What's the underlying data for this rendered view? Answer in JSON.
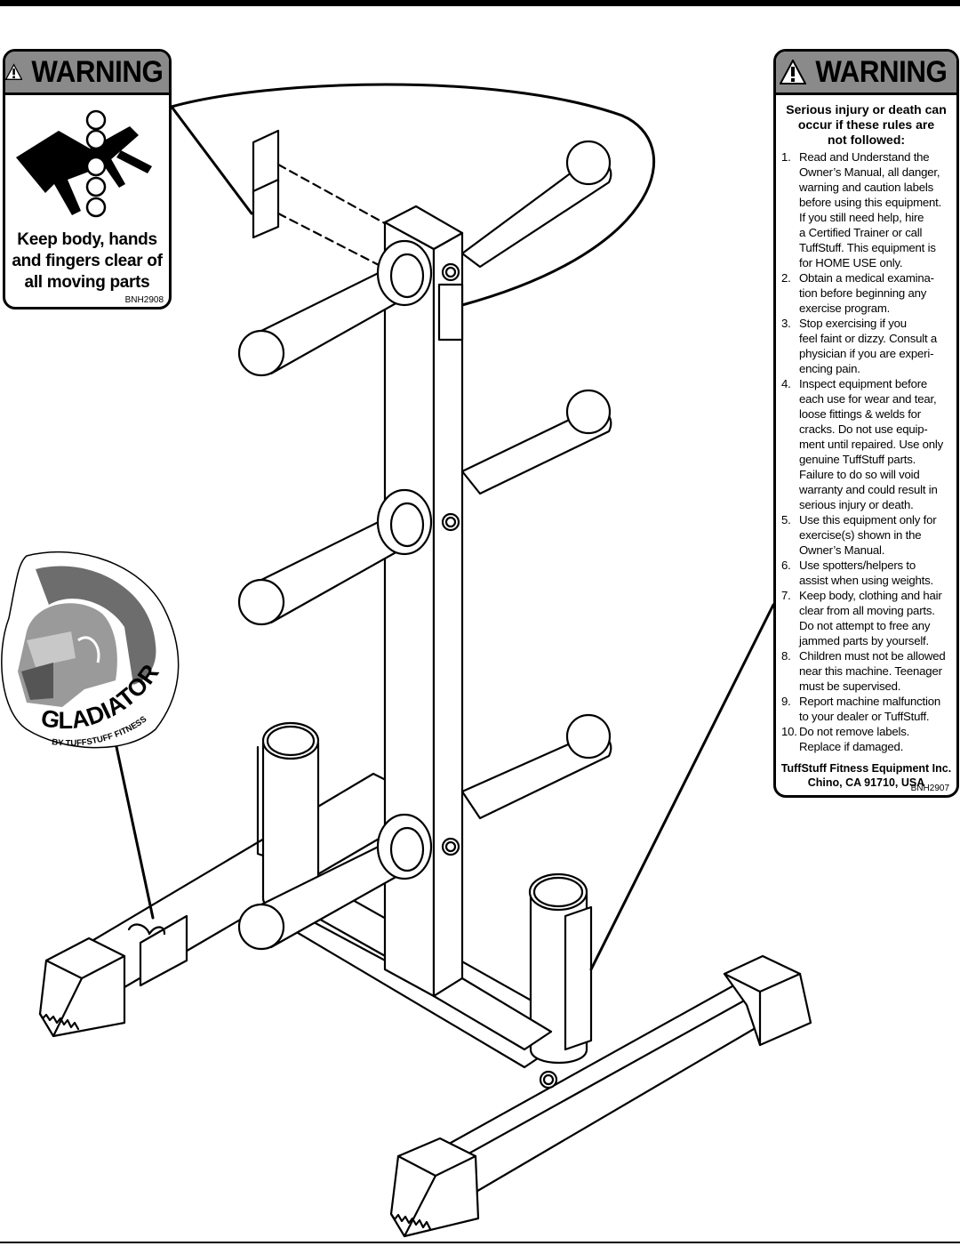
{
  "left_label": {
    "header": "WARNING",
    "message_lines": [
      "Keep body, hands",
      "and fingers clear of",
      "all moving parts"
    ],
    "code": "BNH2908",
    "icon": "pinch-point-hand-icon"
  },
  "right_label": {
    "header": "WARNING",
    "intro_lines": [
      "Serious injury or death can",
      "occur if these rules are",
      "not followed:"
    ],
    "rules": [
      {
        "num": "1.",
        "lines": [
          "Read and Understand the",
          "Owner’s Manual, all danger,",
          "warning and caution labels",
          "before using this equipment.",
          "If you still need help, hire",
          "a Certified Trainer or call",
          "TuffStuff. This equipment is",
          "for HOME USE only."
        ]
      },
      {
        "num": "2.",
        "lines": [
          "Obtain a medical examina-",
          "tion before beginning any",
          "exercise program."
        ]
      },
      {
        "num": "3.",
        "lines": [
          "Stop exercising if you",
          "feel faint or dizzy. Consult a",
          "physician if you are experi-",
          "encing pain."
        ]
      },
      {
        "num": "4.",
        "lines": [
          "Inspect equipment before",
          "each use for wear and tear,",
          "loose fittings & welds for",
          "cracks. Do not use equip-",
          "ment until repaired. Use only",
          "genuine TuffStuff parts.",
          "Failure to do so will void",
          "warranty and could result in",
          "serious injury or death."
        ]
      },
      {
        "num": "5.",
        "lines": [
          "Use this equipment only for",
          "exercise(s) shown in the",
          "Owner’s Manual."
        ]
      },
      {
        "num": "6.",
        "lines": [
          "Use spotters/helpers to",
          "assist when using weights."
        ]
      },
      {
        "num": "7.",
        "lines": [
          "Keep body, clothing and hair",
          "clear from all moving parts.",
          "Do not attempt to free any",
          "jammed parts by yourself."
        ]
      },
      {
        "num": "8.",
        "lines": [
          "Children must not be allowed",
          "near this machine. Teenager",
          "must be supervised."
        ]
      },
      {
        "num": "9.",
        "lines": [
          "Report machine malfunction",
          "to your dealer or TuffStuff."
        ]
      },
      {
        "num": "10.",
        "lines": [
          "Do not remove labels.",
          "Replace if damaged."
        ]
      }
    ],
    "company_lines": [
      "TuffStuff Fitness Equipment Inc.",
      "Chino, CA 91710, USA"
    ],
    "code": "BNH2907"
  },
  "logo": {
    "brand": "GLADIATOR",
    "tagline": "BY TUFFSTUFF FITNESS",
    "icon": "gladiator-helmet-icon"
  },
  "drawing": {
    "subject": "weight-plate-tree-icon"
  }
}
